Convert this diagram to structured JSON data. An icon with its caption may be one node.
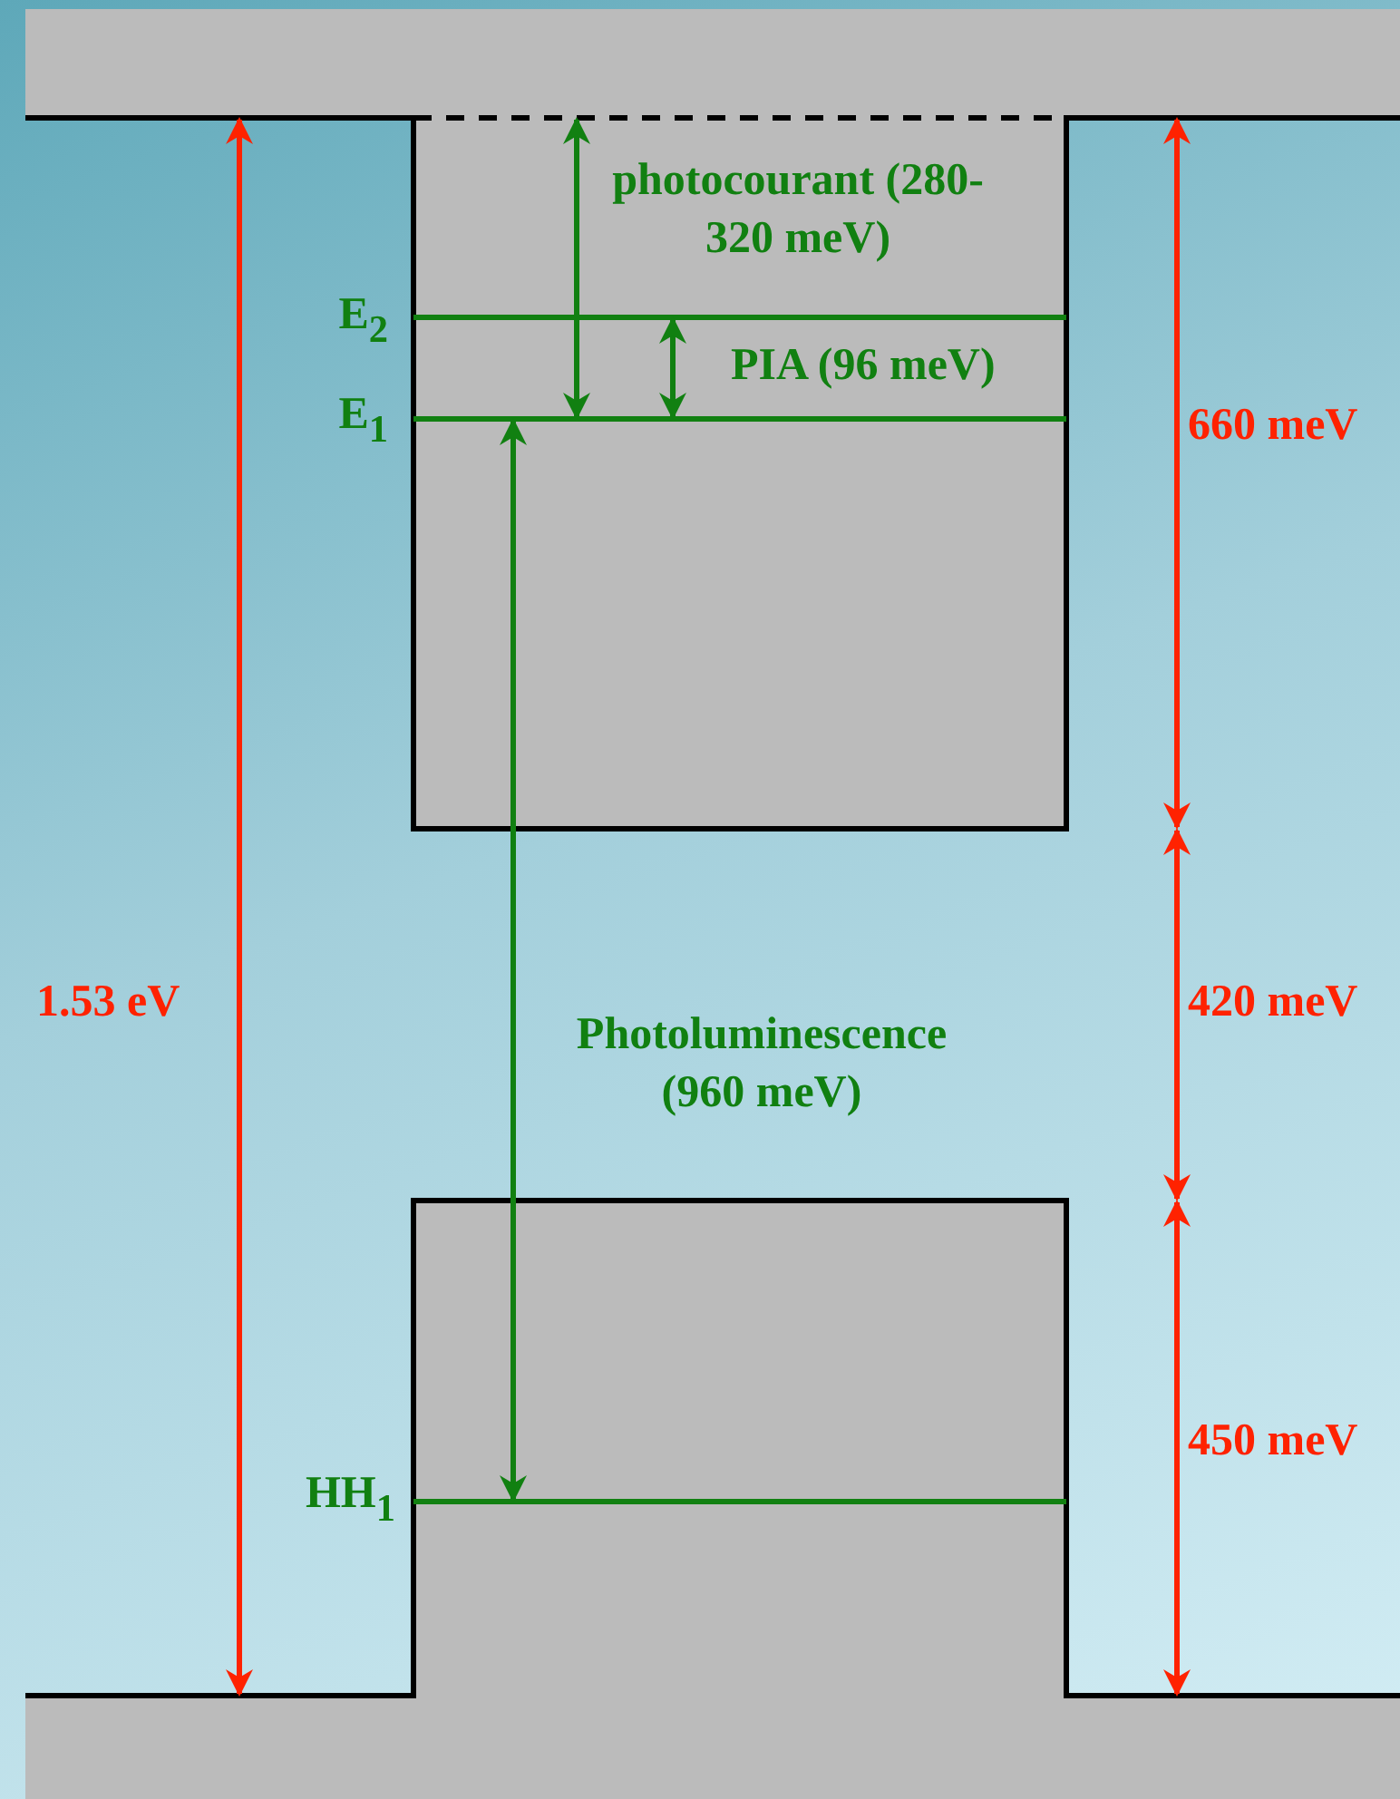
{
  "diagram": {
    "labels": [
      "photocourant (280-320 meV)",
      "E$_{2}$",
      "PIA (96 meV)",
      "E$_{1}$",
      "660 meV",
      "1.53 eV",
      "420 meV",
      "Photoluminescence (960 meV)",
      "HH$_{1}$",
      "450 meV"
    ]
  }
}
